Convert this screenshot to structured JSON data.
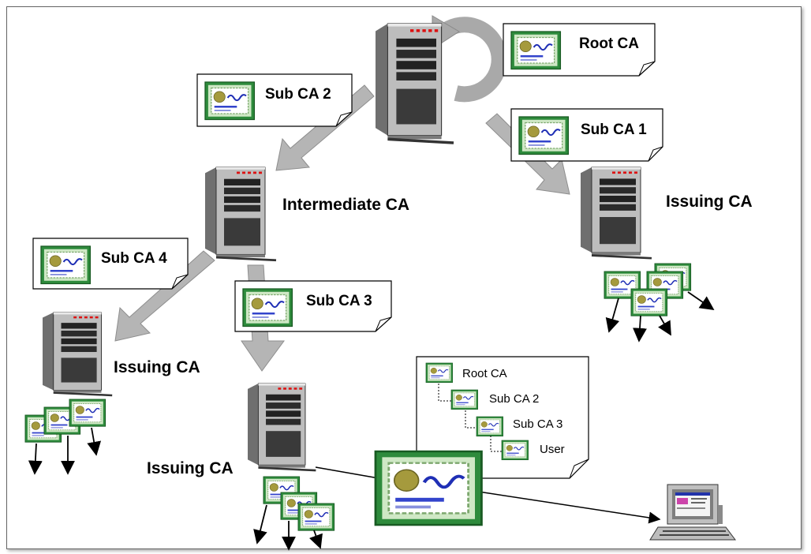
{
  "callouts": {
    "root_ca": "Root CA",
    "sub_ca_1": "Sub CA 1",
    "sub_ca_2": "Sub CA 2",
    "sub_ca_3": "Sub CA 3",
    "sub_ca_4": "Sub CA 4"
  },
  "labels": {
    "intermediate_ca": "Intermediate CA",
    "issuing_ca_right": "Issuing CA",
    "issuing_ca_left": "Issuing CA",
    "issuing_ca_center": "Issuing CA"
  },
  "chain": {
    "root": "Root CA",
    "sub2": "Sub CA 2",
    "sub3": "Sub CA 3",
    "user": "User"
  }
}
